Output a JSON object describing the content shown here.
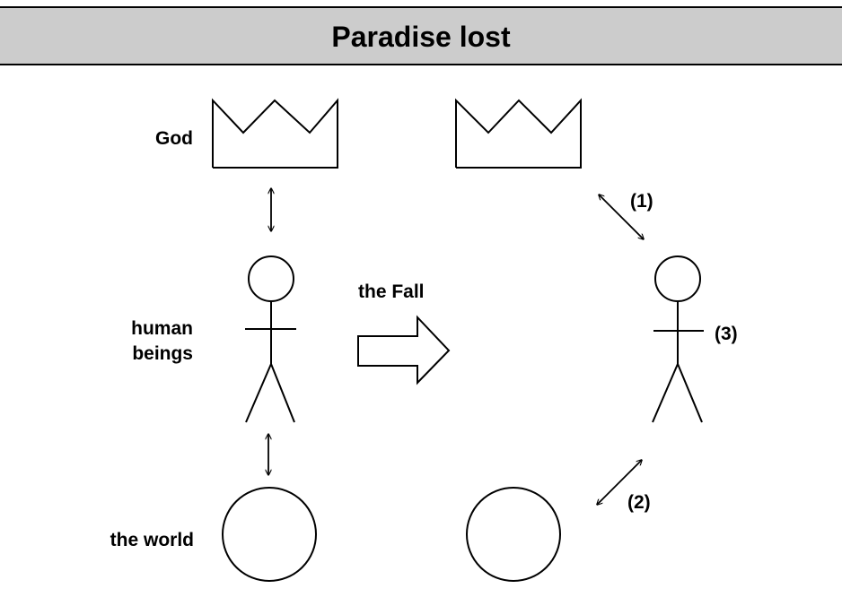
{
  "title": "Paradise lost",
  "labels": {
    "god": "God",
    "human_line1": "human",
    "human_line2": "beings",
    "world": "the world",
    "fall": "the Fall",
    "rel1": "(1)",
    "rel2": "(2)",
    "rel3": "(3)"
  },
  "icons": {
    "crown": "crown-icon",
    "person": "stick-figure-icon",
    "world": "circle-icon",
    "arrow": "block-arrow-icon"
  },
  "colors": {
    "title_bar": "#cccccc",
    "ink": "#000000",
    "background": "#ffffff"
  }
}
